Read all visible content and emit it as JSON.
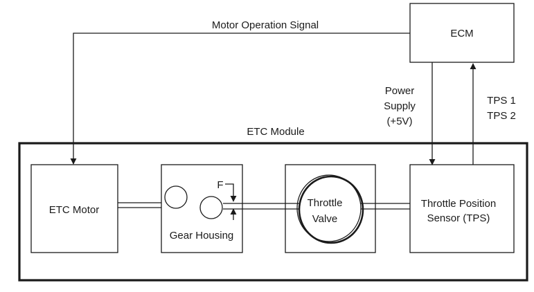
{
  "diagram": {
    "ecm_label": "ECM",
    "motor_signal_label": "Motor Operation Signal",
    "power_supply_label": [
      "Power",
      "Supply",
      "(+5V)"
    ],
    "tps_signals_label": [
      "TPS 1",
      "TPS 2"
    ],
    "module_label": "ETC Module",
    "motor_label": "ETC Motor",
    "gear_label": "Gear Housing",
    "f_label": "F",
    "throttle_label": [
      "Throttle",
      "Valve"
    ],
    "tps_label": [
      "Throttle Position",
      "Sensor (TPS)"
    ]
  }
}
